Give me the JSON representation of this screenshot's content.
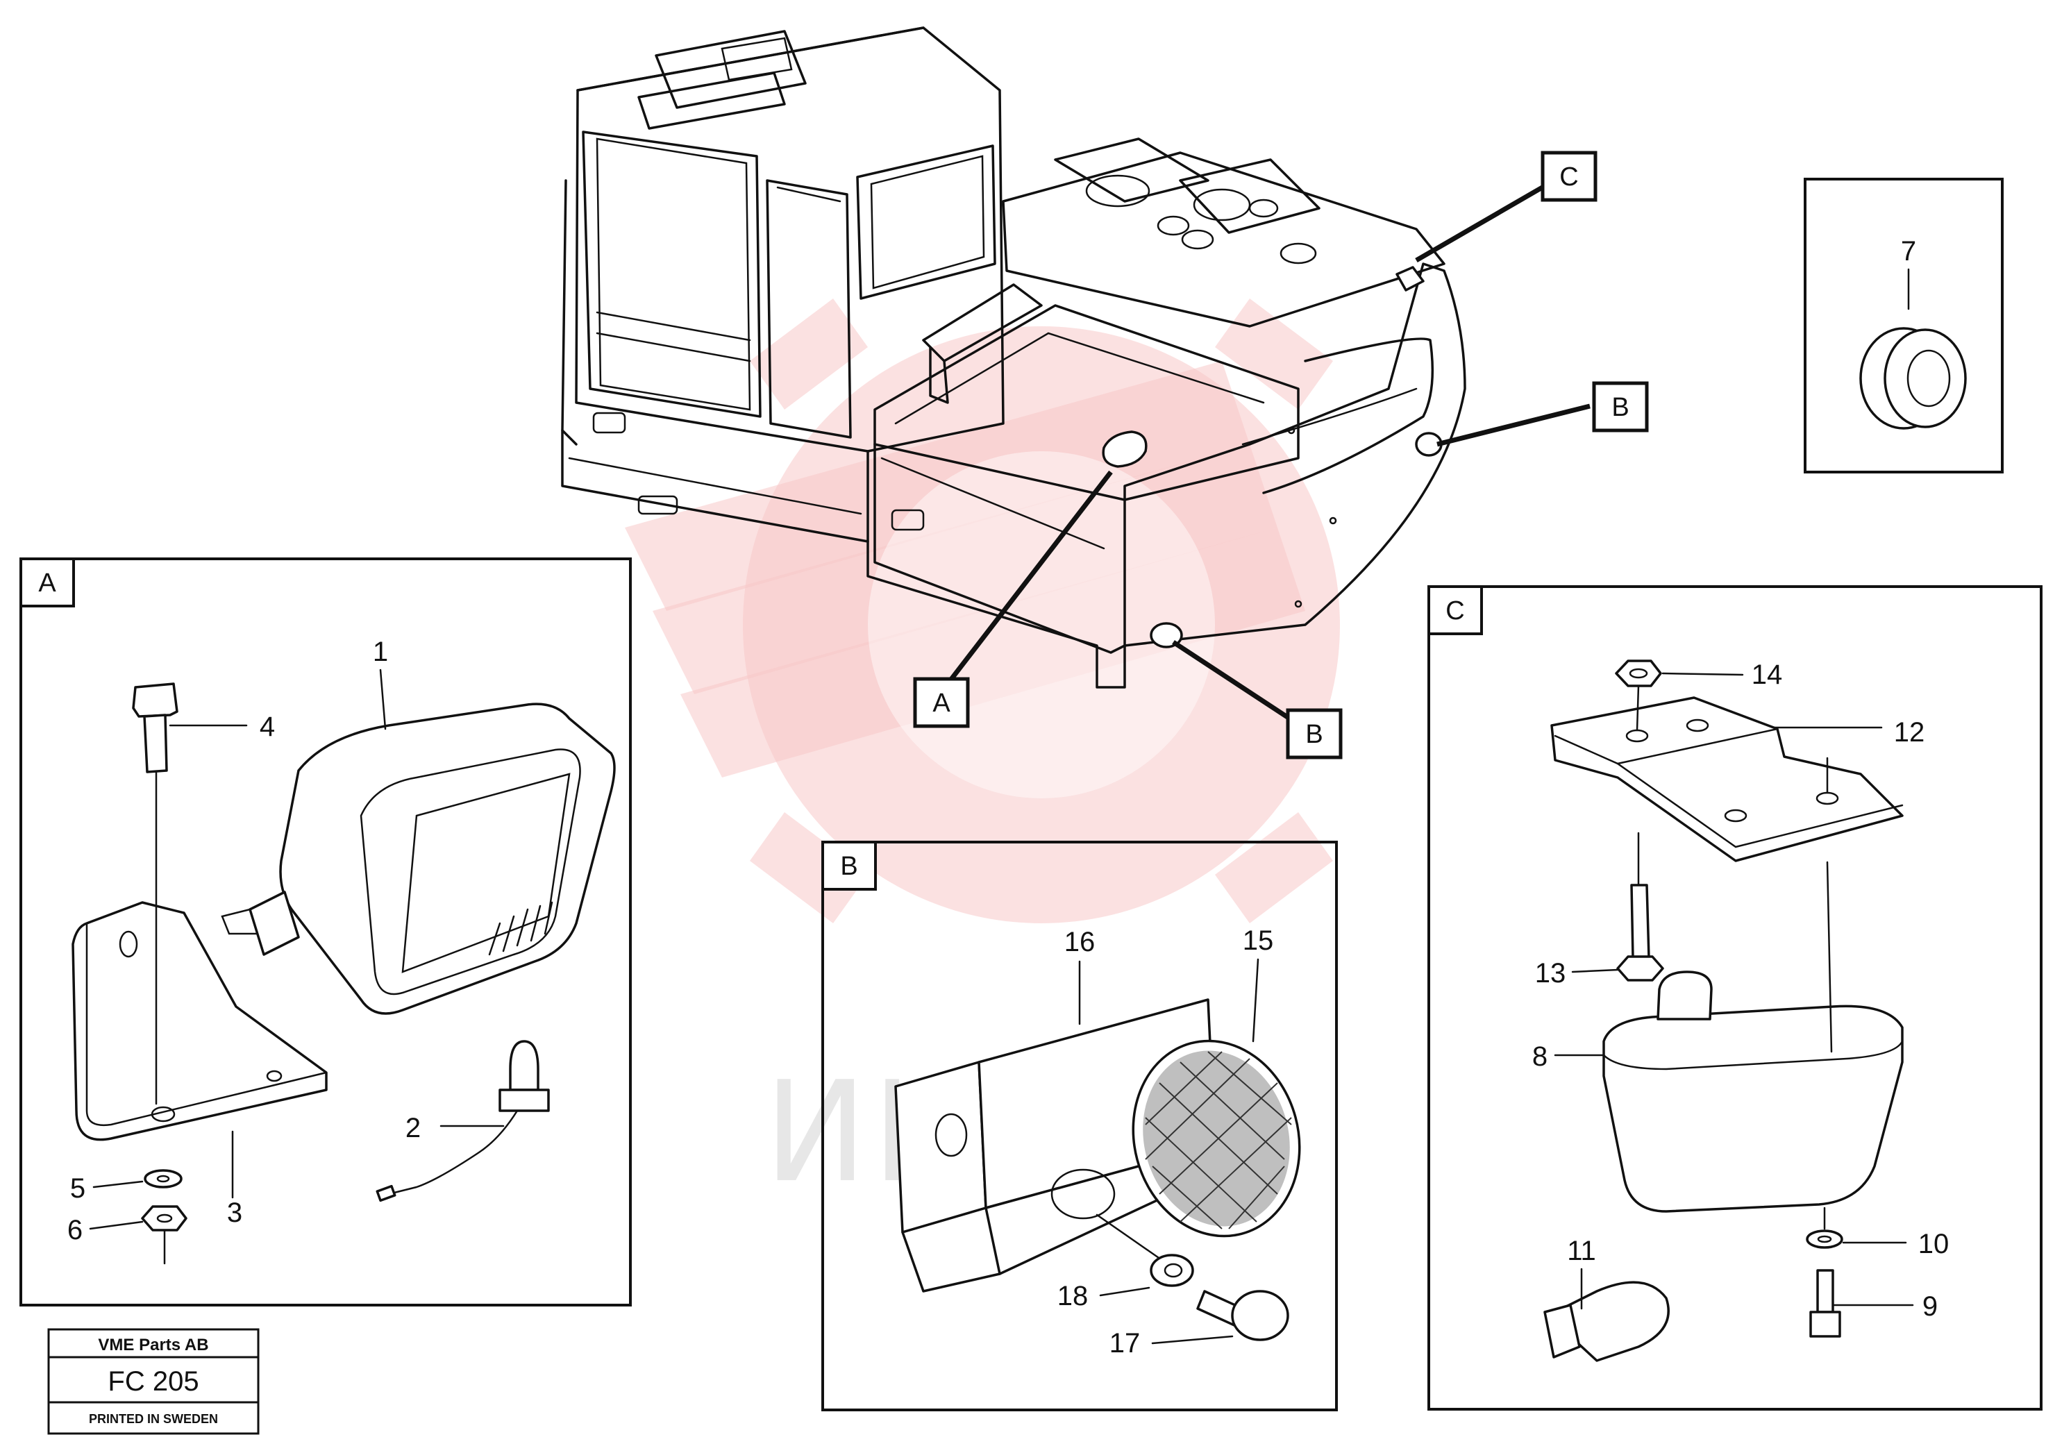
{
  "tags": {
    "main_a": "A",
    "main_b": "B",
    "main_b_side": "B",
    "main_c": "C",
    "panel_a": "A",
    "panel_b": "B",
    "panel_c": "C"
  },
  "parts": {
    "p1": "1",
    "p2": "2",
    "p3": "3",
    "p4": "4",
    "p5": "5",
    "p6": "6",
    "p7": "7",
    "p8": "8",
    "p9": "9",
    "p10": "10",
    "p11": "11",
    "p12": "12",
    "p13": "13",
    "p14": "14",
    "p15": "15",
    "p16": "16",
    "p17": "17",
    "p18": "18"
  },
  "title_block": {
    "company": "VME Parts AB",
    "code": "FC 205",
    "printed": "PRINTED IN SWEDEN"
  },
  "watermark": {
    "text": "ИНТЕХ",
    "color": "#f7c9c9"
  }
}
